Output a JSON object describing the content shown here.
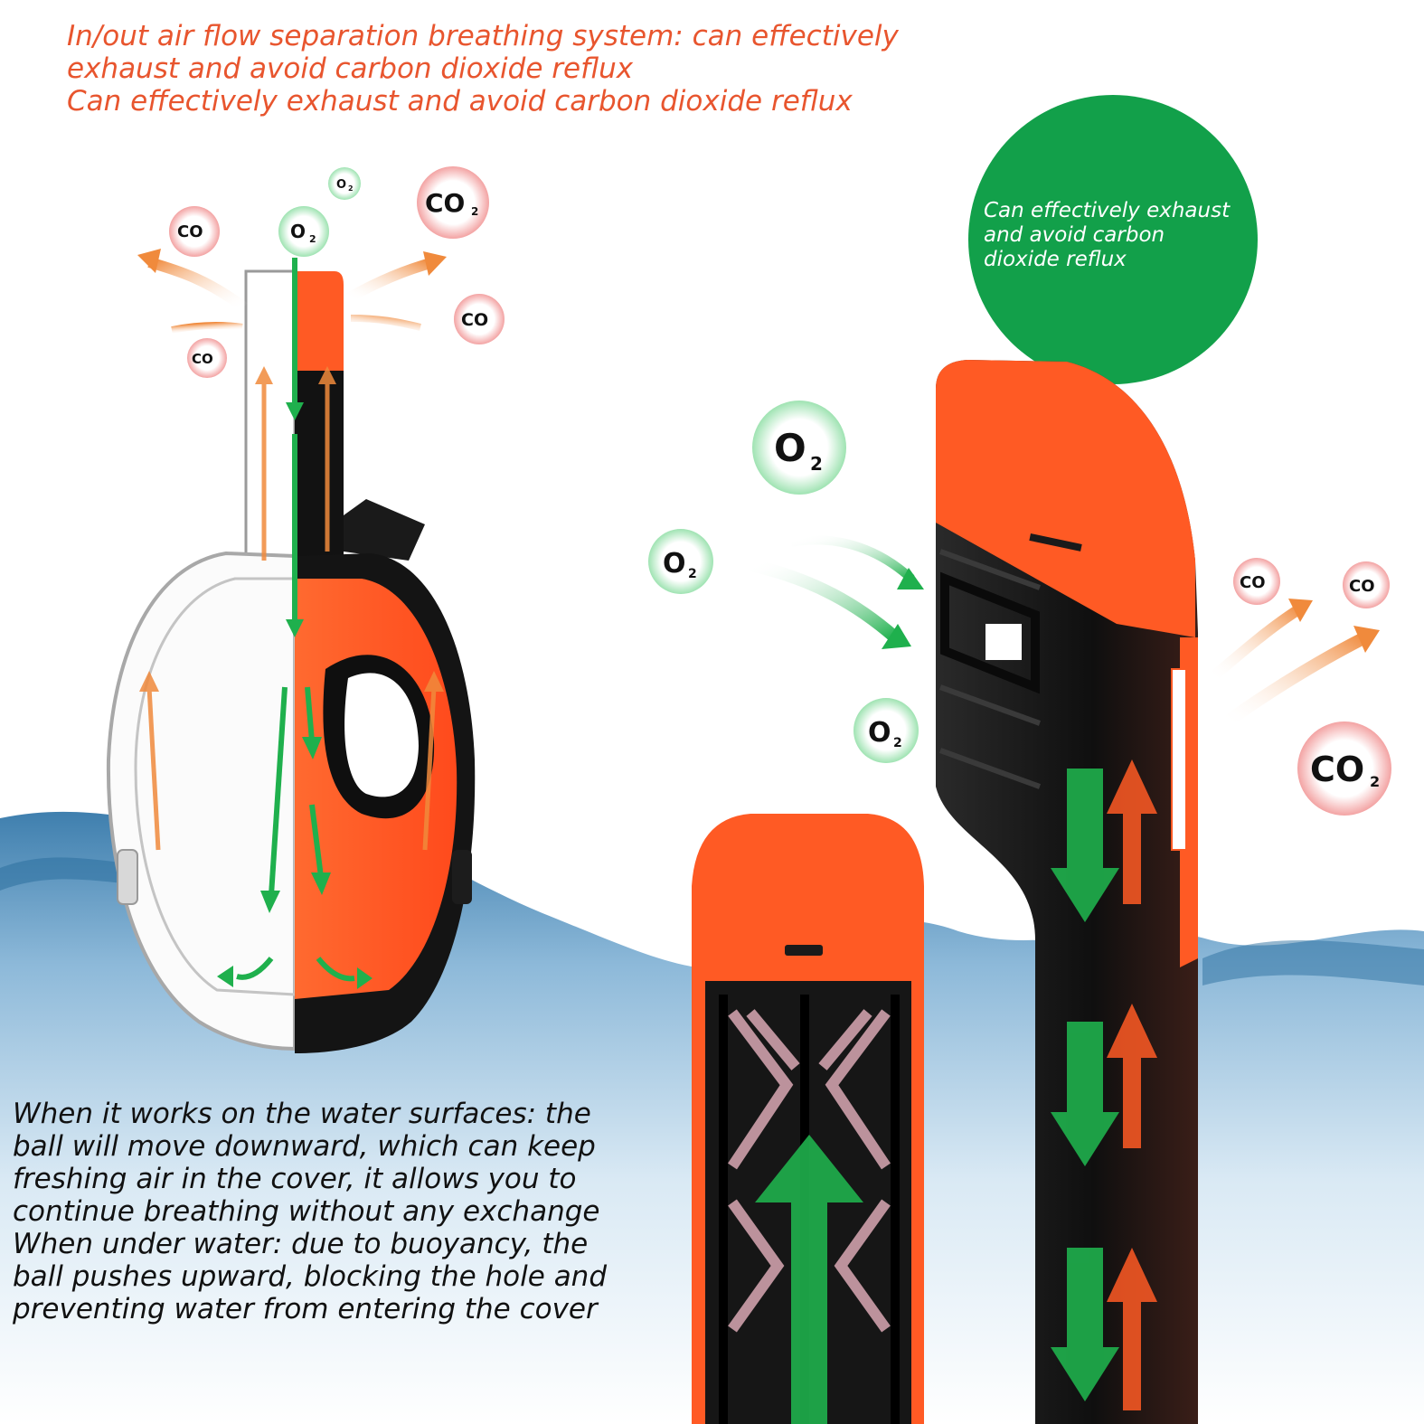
{
  "headline": {
    "line1": "In/out air flow separation breathing system: can effectively",
    "line2": "exhaust and avoid carbon dioxide reflux",
    "line3": "Can effectively exhaust and avoid carbon dioxide reflux"
  },
  "green_badge": {
    "line1": "Can effectively exhaust",
    "line2": "and avoid carbon",
    "line3": "dioxide reflux",
    "color": "#12a04a"
  },
  "description": {
    "line1": "When it works on the water surfaces: the",
    "line2": "ball will move downward, which can keep",
    "line3": "freshing air in the cover, it allows you to",
    "line4": "continue breathing without any exchange",
    "line5": "When under water: due to buoyancy, the",
    "line6": "ball pushes upward, blocking the hole and",
    "line7": "preventing water from entering the cover"
  },
  "gas_labels": {
    "co2": "CO",
    "o2": "O",
    "subscript": "2"
  },
  "colors": {
    "headline": "#e8552e",
    "accent_orange": "#ff5a24",
    "o2_arrow": "#1fb04d",
    "co2_arrow": "#f08a3c",
    "mask_dark": "#1a1a1a"
  },
  "icons": [
    "mask-icon",
    "snorkel-tube-icon",
    "snorkel-valve-icon",
    "water-surface"
  ]
}
